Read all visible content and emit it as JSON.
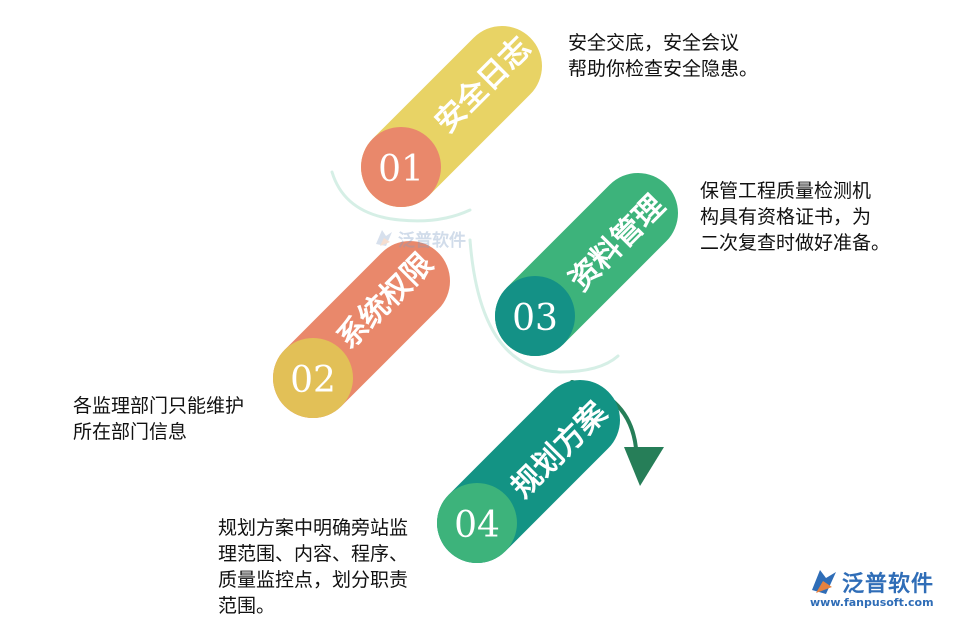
{
  "steps": [
    {
      "number": "01",
      "title": "安全日志",
      "color": "#e8d365",
      "circle_color": "#e9886b",
      "description": "安全交底，安全会议\n帮助你检查安全隐患。"
    },
    {
      "number": "02",
      "title": "系统权限",
      "color": "#e9886b",
      "circle_color": "#e2c057",
      "description": "各监理部门只能维护\n所在部门信息"
    },
    {
      "number": "03",
      "title": "资料管理",
      "color": "#3db37b",
      "circle_color": "#149186",
      "description": "保管工程质量检测机\n构具有资格证书，为\n二次复查时做好准备。"
    },
    {
      "number": "04",
      "title": "规划方案",
      "color": "#139384",
      "circle_color": "#3db37b",
      "description": "规划方案中明确旁站监\n理范围、内容、程序、\n质量监控点，划分职责\n范围。"
    }
  ],
  "colors": {
    "connector": "#d6efe6",
    "arrow": "#267e58"
  },
  "logo": {
    "brand": "泛普软件",
    "url": "www.fanpusoft.com",
    "icon": "fanpu-logo-icon"
  },
  "watermark": {
    "brand": "泛普软件",
    "icon": "fanpu-logo-icon"
  }
}
